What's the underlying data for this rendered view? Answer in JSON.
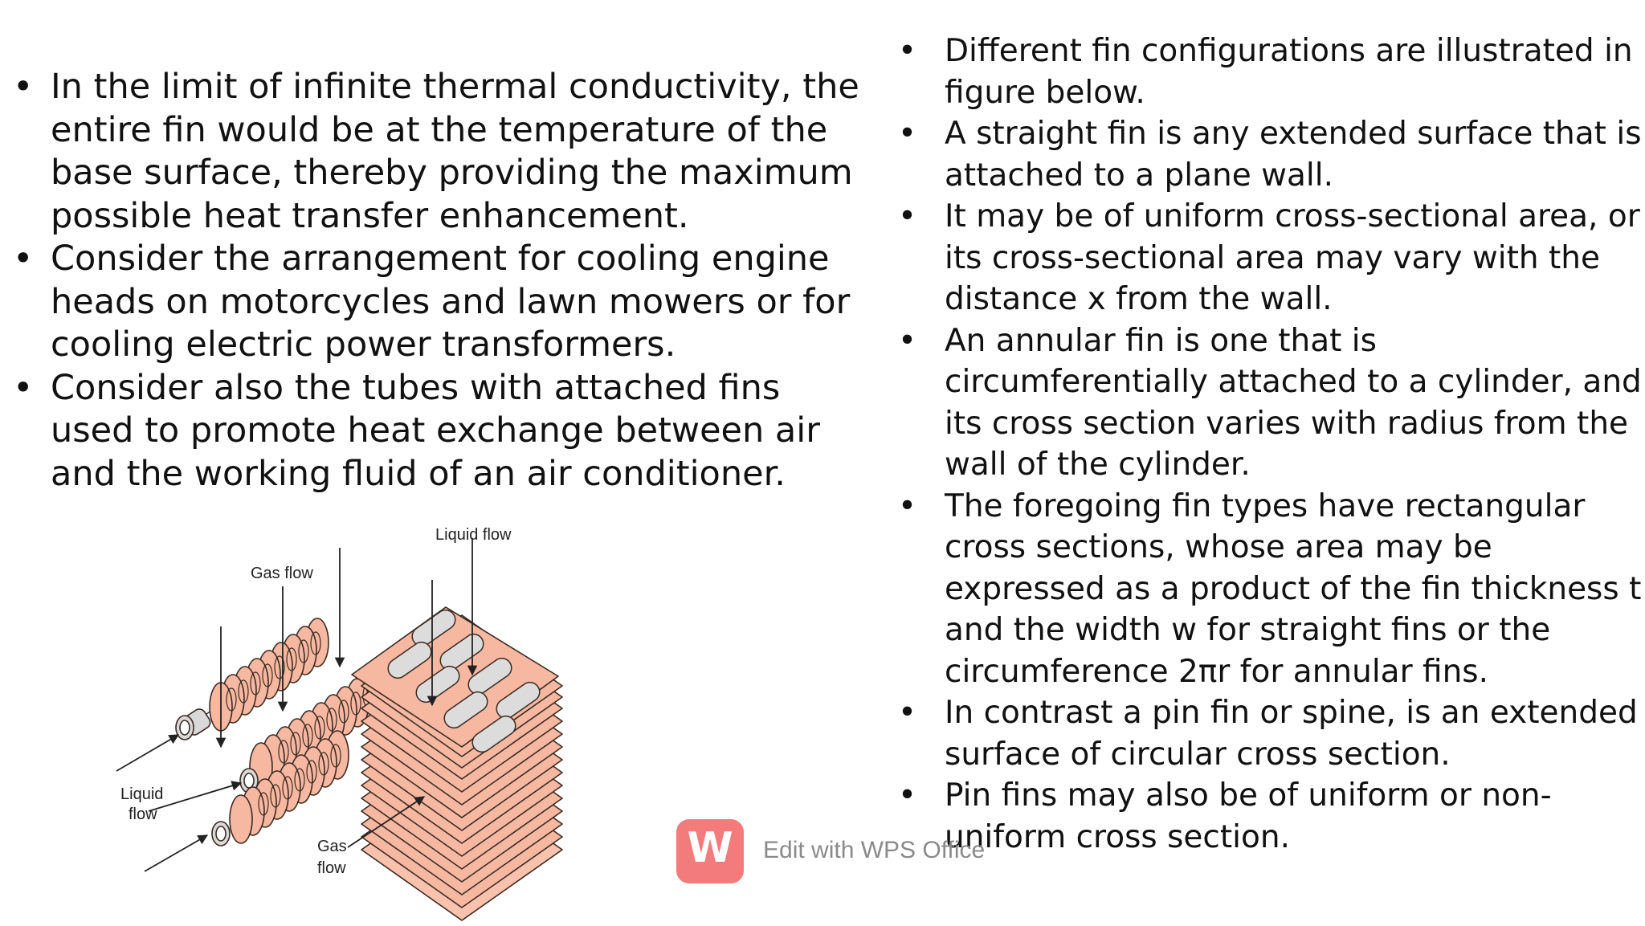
{
  "left_bullets": [
    "In the limit of infinite thermal conductivity, the entire fin would be at the temperature of the base surface, thereby providing the maximum possible heat transfer enhancement.",
    "Consider the arrangement for cooling engine heads on motorcycles and lawn mowers or for cooling electric power transformers.",
    "Consider also the tubes with attached fins used to promote heat exchange between air and the working fluid of an air conditioner."
  ],
  "right_bullets": [
    "Different fin configurations are illustrated in figure below.",
    "A straight fin is any extended surface that is attached to a plane wall.",
    "It may be of uniform cross-sectional area, or its cross-sectional area may vary with the distance x from the wall.",
    "An annular fin is one that is circumferentially attached to a cylinder, and its cross section varies with radius from the wall of the cylinder.",
    "The foregoing fin types have rectangular cross sections, whose area may be expressed as a product of the fin thickness t and the width w for straight fins or the circumference 2πr for annular fins.",
    "In contrast a pin fin or spine, is an extended surface of circular cross section.",
    "Pin fins may also be of uniform or non-uniform cross section."
  ],
  "bullet_glyph": "•",
  "figure": {
    "label_gas_flow_left": "Gas flow",
    "label_liquid_left_1": "Liquid",
    "label_liquid_left_2": "flow",
    "label_liquid_flow_right": "Liquid flow",
    "label_gas_right_1": "Gas",
    "label_gas_right_2": "flow"
  },
  "watermark": {
    "logo": "W",
    "text": "Edit with WPS Office"
  },
  "colors": {
    "fin": "#f6b8a0",
    "fin_edge": "#3a2a22",
    "tube": "#d9d9d9",
    "watermark": "#f26d6d"
  }
}
